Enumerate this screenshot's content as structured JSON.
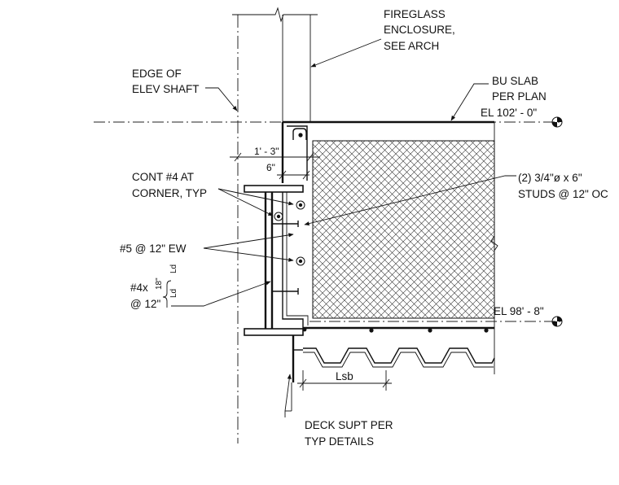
{
  "labels": {
    "fireglass_1": "FIREGLASS",
    "fireglass_2": "ENCLOSURE,",
    "fireglass_3": "SEE ARCH",
    "edge_1": "EDGE OF",
    "edge_2": "ELEV SHAFT",
    "buslab_1": "BU SLAB",
    "buslab_2": "PER PLAN",
    "el_top": "EL 102' - 0\"",
    "el_bottom": "EL 98' - 8\"",
    "dim_1": "1' - 3\"",
    "dim_2": "6\"",
    "cont_1": "CONT #4 AT",
    "cont_2": "CORNER, TYP",
    "rebar": "#5 @ 12\" EW",
    "bars_1": "#4x",
    "bars_2": "@ 12\"",
    "bars_len": "18\"",
    "ld_1": "Ld",
    "ld_2": "Ld",
    "studs_1": "(2) 3/4\"ø x 6\"",
    "studs_2": "STUDS @ 12\" OC",
    "lsb": "Lsb",
    "deck_1": "DECK SUPT PER",
    "deck_2": "TYP DETAILS"
  }
}
